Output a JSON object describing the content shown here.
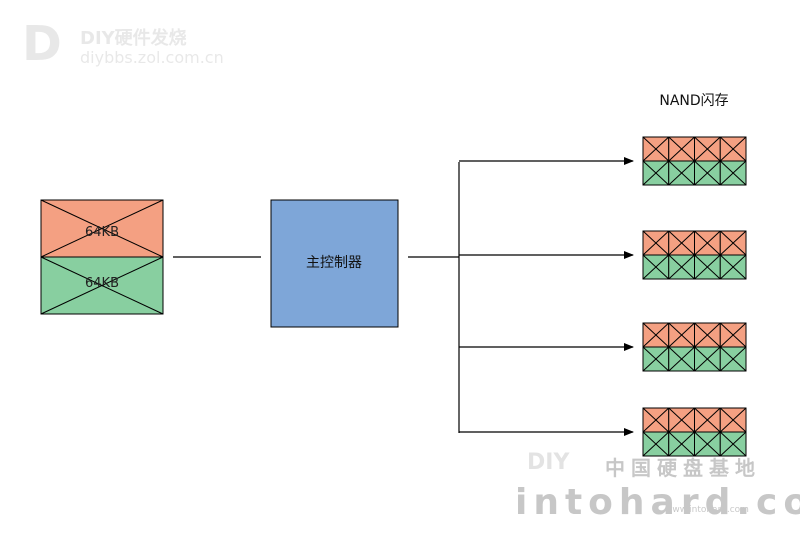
{
  "diagram": {
    "buffer_top_label": "64KB",
    "buffer_bottom_label": "64KB",
    "controller_label": "主控制器",
    "nand_label": "NAND闪存",
    "nand_chip_count": 4,
    "cells_per_row": 4
  },
  "colors": {
    "orange": "#f4a082",
    "green": "#88cfa0",
    "controller": "#7ea6d8",
    "stroke": "#000000"
  },
  "watermarks": {
    "top_logo": "D",
    "top_name": "DIY硬件发烧",
    "top_url": "diybbs.zol.com.cn",
    "bottom_diy": "DIY",
    "bottom_name": "中国硬盘基地",
    "bottom_domain": "intohard.com",
    "bottom_sub": "www.intohard.com"
  }
}
